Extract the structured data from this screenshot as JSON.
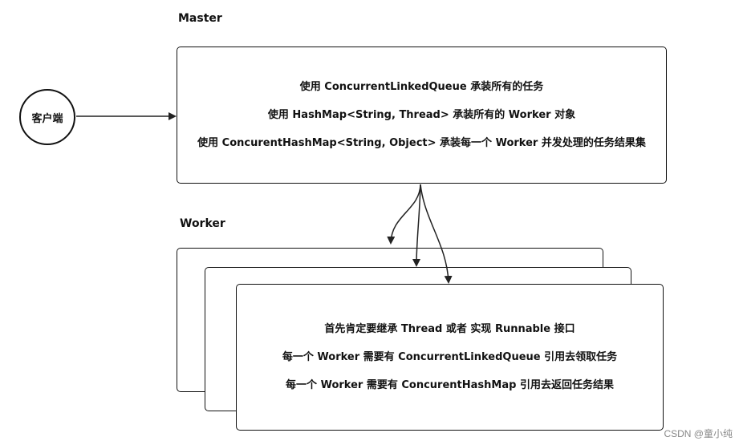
{
  "master": {
    "label": "Master",
    "lines": [
      "使用 ConcurrentLinkedQueue 承装所有的任务",
      "使用 HashMap<String, Thread> 承装所有的 Worker 对象",
      "使用 ConcurentHashMap<String, Object> 承装每一个 Worker 并发处理的任务结果集"
    ]
  },
  "client": {
    "label": "客户端"
  },
  "worker": {
    "label": "Worker",
    "lines": [
      "首先肯定要继承 Thread 或者 实现 Runnable 接口",
      "每一个 Worker 需要有 ConcurrentLinkedQueue 引用去领取任务",
      "每一个 Worker 需要有 ConcurentHashMap 引用去返回任务结果"
    ]
  },
  "watermark": "CSDN @童小纯"
}
